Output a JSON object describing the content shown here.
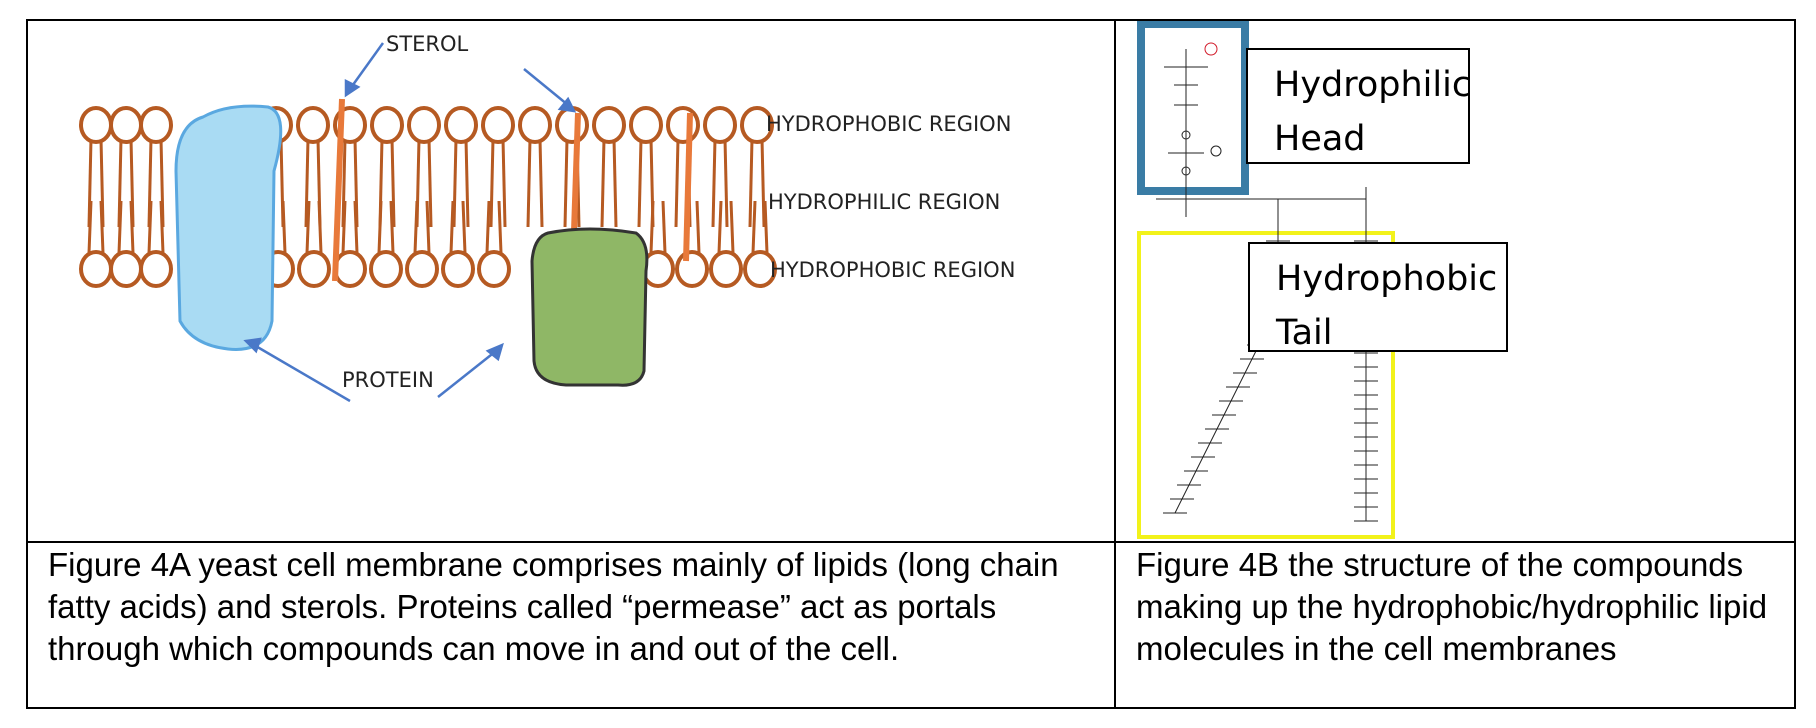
{
  "figure_a": {
    "labels": {
      "sterol": "STEROL",
      "hydrophobic_top": "HYDROPHOBIC REGION",
      "hydrophilic_middle": "HYDROPHILIC REGION",
      "hydrophobic_bottom": "HYDROPHOBIC REGION",
      "protein": "PROTEIN"
    },
    "caption": "Figure 4A yeast cell membrane comprises mainly of lipids (long chain fatty acids) and sterols. Proteins called “permease” act as portals through which compounds can move in and out of the cell."
  },
  "figure_b": {
    "head_box_label_line1": "Hydrophilic",
    "head_box_label_line2": "Head",
    "tail_box_label_line1": "Hydrophobic",
    "tail_box_label_line2": "Tail",
    "caption": "Figure 4B the structure of the compounds making up the hydrophobic/hydrophilic lipid molecules in the cell membranes",
    "colors": {
      "head_frame": "#3a7ca5",
      "tail_frame": "#f2f21a"
    }
  },
  "colors": {
    "lipid": "#b65a22",
    "sterol": "#e8793a",
    "protein_blue": "#a9dbf3",
    "protein_green": "#8fb766",
    "arrow": "#4a78c8"
  }
}
